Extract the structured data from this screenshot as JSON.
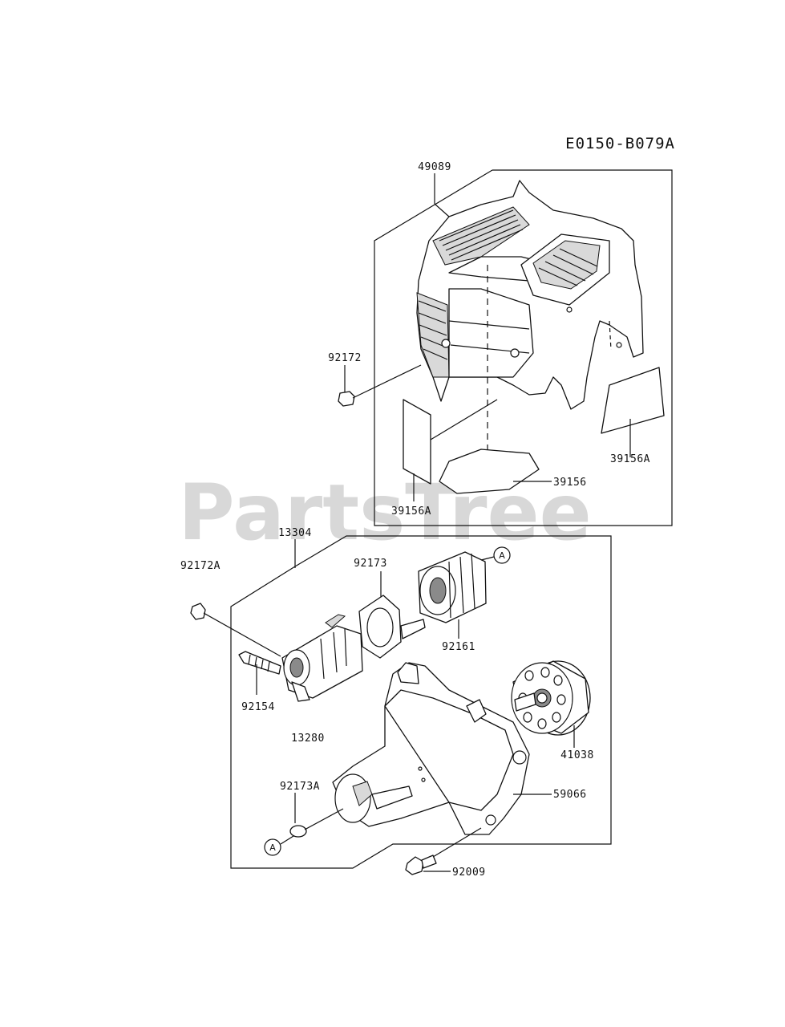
{
  "diagram_code": "E0150-B079A",
  "watermark": "PartsTree",
  "callout_letter": "A",
  "parts": {
    "p49089": "49089",
    "p92172": "92172",
    "p39156A_right": "39156A",
    "p39156": "39156",
    "p39156A_left": "39156A",
    "p13304": "13304",
    "p92172A": "92172A",
    "p92173": "92173",
    "p92161": "92161",
    "p92154": "92154",
    "p13280": "13280",
    "p41038": "41038",
    "p92173A": "92173A",
    "p59066": "59066",
    "p92009": "92009"
  }
}
